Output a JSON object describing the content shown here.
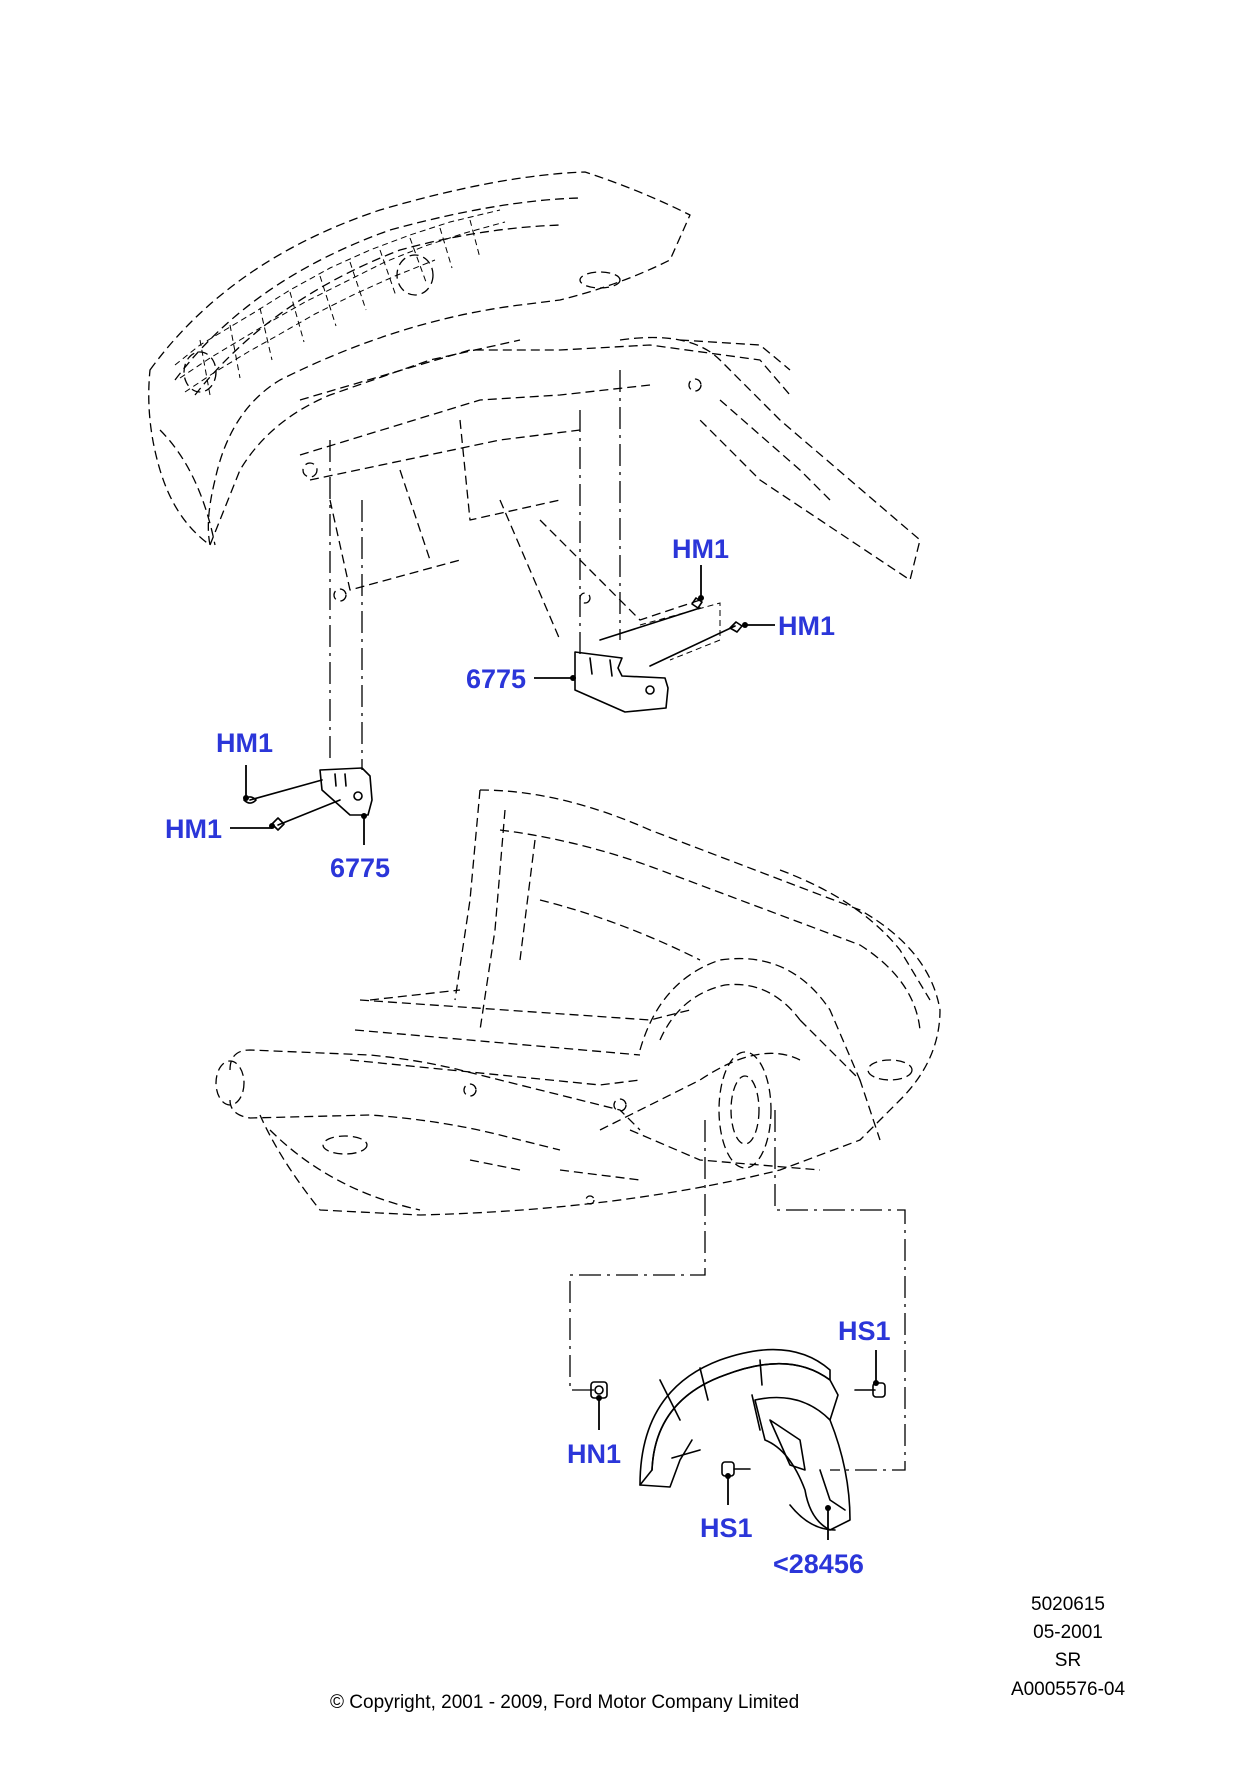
{
  "callouts": {
    "hm1_top": "HM1",
    "hm1_right": "HM1",
    "bracket_right": "6775",
    "hm1_left_top": "HM1",
    "hm1_left_mid": "HM1",
    "bracket_left": "6775",
    "hs1_top": "HS1",
    "hn1": "HN1",
    "hs1_bottom": "HS1",
    "liner": "<28456"
  },
  "meta": {
    "line1": "5020615",
    "line2": "05-2001",
    "line3": "SR",
    "line4": "A0005576-04"
  },
  "copyright": "© Copyright, 2001 - 2009, Ford Motor Company Limited",
  "colors": {
    "callout": "#2b36d9",
    "lines": "#000000"
  }
}
